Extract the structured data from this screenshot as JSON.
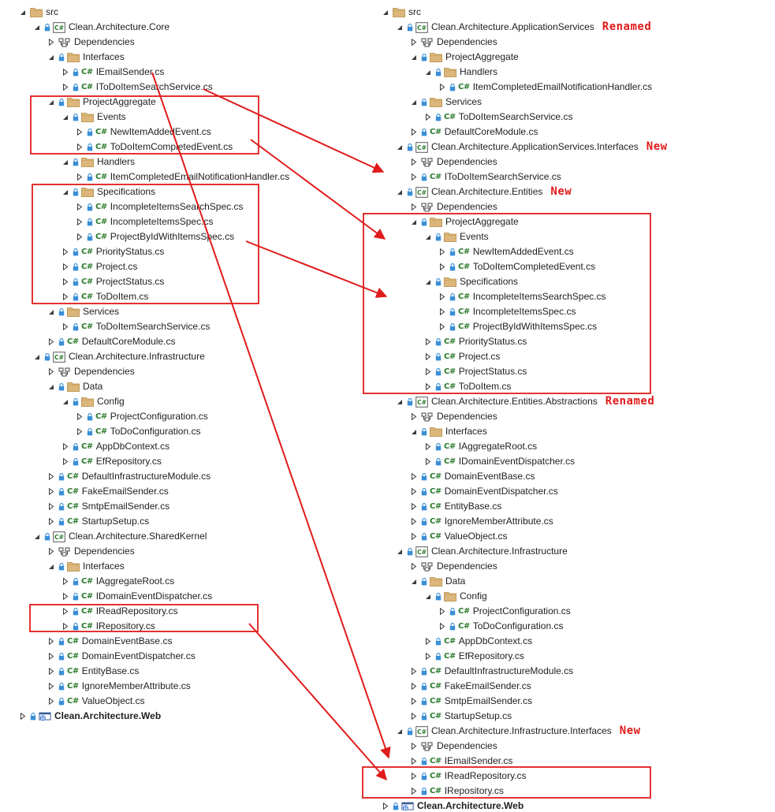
{
  "left_tree": [
    {
      "label": "src",
      "kind": "folder",
      "state": "open",
      "lock": false
    },
    {
      "label": "Clean.Architecture.Core",
      "kind": "project",
      "state": "open",
      "lock": true
    },
    {
      "label": "Dependencies",
      "kind": "deps",
      "state": "closed",
      "lock": false
    },
    {
      "label": "Interfaces",
      "kind": "folder",
      "state": "open",
      "lock": true
    },
    {
      "label": "IEmailSender.cs",
      "kind": "cs",
      "state": "closed",
      "lock": true
    },
    {
      "label": "IToDoItemSearchService.cs",
      "kind": "cs",
      "state": "closed",
      "lock": true
    },
    {
      "label": "ProjectAggregate",
      "kind": "folder",
      "state": "open",
      "lock": true
    },
    {
      "label": "Events",
      "kind": "folder",
      "state": "open",
      "lock": true
    },
    {
      "label": "NewItemAddedEvent.cs",
      "kind": "cs",
      "state": "closed",
      "lock": true
    },
    {
      "label": "ToDoItemCompletedEvent.cs",
      "kind": "cs",
      "state": "closed",
      "lock": true
    },
    {
      "label": "Handlers",
      "kind": "folder",
      "state": "open",
      "lock": true
    },
    {
      "label": "ItemCompletedEmailNotificationHandler.cs",
      "kind": "cs",
      "state": "closed",
      "lock": true
    },
    {
      "label": "Specifications",
      "kind": "folder",
      "state": "open",
      "lock": true
    },
    {
      "label": "IncompleteItemsSearchSpec.cs",
      "kind": "cs",
      "state": "closed",
      "lock": true
    },
    {
      "label": "IncompleteItemsSpec.cs",
      "kind": "cs",
      "state": "closed",
      "lock": true
    },
    {
      "label": "ProjectByIdWithItemsSpec.cs",
      "kind": "cs",
      "state": "closed",
      "lock": true
    },
    {
      "label": "PriorityStatus.cs",
      "kind": "cs",
      "state": "closed",
      "lock": true
    },
    {
      "label": "Project.cs",
      "kind": "cs",
      "state": "closed",
      "lock": true
    },
    {
      "label": "ProjectStatus.cs",
      "kind": "cs",
      "state": "closed",
      "lock": true
    },
    {
      "label": "ToDoItem.cs",
      "kind": "cs",
      "state": "closed",
      "lock": true
    },
    {
      "label": "Services",
      "kind": "folder",
      "state": "open",
      "lock": true
    },
    {
      "label": "ToDoItemSearchService.cs",
      "kind": "cs",
      "state": "closed",
      "lock": true
    },
    {
      "label": "DefaultCoreModule.cs",
      "kind": "cs",
      "state": "closed",
      "lock": true
    },
    {
      "label": "Clean.Architecture.Infrastructure",
      "kind": "project",
      "state": "open",
      "lock": true
    },
    {
      "label": "Dependencies",
      "kind": "deps",
      "state": "closed",
      "lock": false
    },
    {
      "label": "Data",
      "kind": "folder",
      "state": "open",
      "lock": true
    },
    {
      "label": "Config",
      "kind": "folder",
      "state": "open",
      "lock": true
    },
    {
      "label": "ProjectConfiguration.cs",
      "kind": "cs",
      "state": "closed",
      "lock": true
    },
    {
      "label": "ToDoConfiguration.cs",
      "kind": "cs",
      "state": "closed",
      "lock": true
    },
    {
      "label": "AppDbContext.cs",
      "kind": "cs",
      "state": "closed",
      "lock": true
    },
    {
      "label": "EfRepository.cs",
      "kind": "cs",
      "state": "closed",
      "lock": true
    },
    {
      "label": "DefaultInfrastructureModule.cs",
      "kind": "cs",
      "state": "closed",
      "lock": true
    },
    {
      "label": "FakeEmailSender.cs",
      "kind": "cs",
      "state": "closed",
      "lock": true
    },
    {
      "label": "SmtpEmailSender.cs",
      "kind": "cs",
      "state": "closed",
      "lock": true
    },
    {
      "label": "StartupSetup.cs",
      "kind": "cs",
      "state": "closed",
      "lock": true
    },
    {
      "label": "Clean.Architecture.SharedKernel",
      "kind": "project",
      "state": "open",
      "lock": true
    },
    {
      "label": "Dependencies",
      "kind": "deps",
      "state": "closed",
      "lock": false
    },
    {
      "label": "Interfaces",
      "kind": "folder",
      "state": "open",
      "lock": true
    },
    {
      "label": "IAggregateRoot.cs",
      "kind": "cs",
      "state": "closed",
      "lock": true
    },
    {
      "label": "IDomainEventDispatcher.cs",
      "kind": "cs",
      "state": "closed",
      "lock": true
    },
    {
      "label": "IReadRepository.cs",
      "kind": "cs",
      "state": "closed",
      "lock": true
    },
    {
      "label": "IRepository.cs",
      "kind": "cs",
      "state": "closed",
      "lock": true
    },
    {
      "label": "DomainEventBase.cs",
      "kind": "cs",
      "state": "closed",
      "lock": true
    },
    {
      "label": "DomainEventDispatcher.cs",
      "kind": "cs",
      "state": "closed",
      "lock": true
    },
    {
      "label": "EntityBase.cs",
      "kind": "cs",
      "state": "closed",
      "lock": true
    },
    {
      "label": "IgnoreMemberAttribute.cs",
      "kind": "cs",
      "state": "closed",
      "lock": true
    },
    {
      "label": "ValueObject.cs",
      "kind": "cs",
      "state": "closed",
      "lock": true
    },
    {
      "label": "Clean.Architecture.Web",
      "kind": "web",
      "state": "closed",
      "lock": true
    }
  ],
  "right_tree": [
    {
      "label": "src",
      "kind": "folder",
      "state": "open",
      "lock": false
    },
    {
      "label": "Clean.Architecture.ApplicationServices",
      "kind": "project",
      "state": "open",
      "lock": true,
      "note": "Renamed"
    },
    {
      "label": "Dependencies",
      "kind": "deps",
      "state": "closed",
      "lock": false
    },
    {
      "label": "ProjectAggregate",
      "kind": "folder",
      "state": "open",
      "lock": true
    },
    {
      "label": "Handlers",
      "kind": "folder",
      "state": "open",
      "lock": true
    },
    {
      "label": "ItemCompletedEmailNotificationHandler.cs",
      "kind": "cs",
      "state": "closed",
      "lock": true
    },
    {
      "label": "Services",
      "kind": "folder",
      "state": "open",
      "lock": true
    },
    {
      "label": "ToDoItemSearchService.cs",
      "kind": "cs",
      "state": "closed",
      "lock": true
    },
    {
      "label": "DefaultCoreModule.cs",
      "kind": "cs",
      "state": "closed",
      "lock": true
    },
    {
      "label": "Clean.Architecture.ApplicationServices.Interfaces",
      "kind": "project",
      "state": "open",
      "lock": true,
      "note": "New"
    },
    {
      "label": "Dependencies",
      "kind": "deps",
      "state": "closed",
      "lock": false
    },
    {
      "label": "IToDoItemSearchService.cs",
      "kind": "cs",
      "state": "closed",
      "lock": true
    },
    {
      "label": "Clean.Architecture.Entities",
      "kind": "project",
      "state": "open",
      "lock": true,
      "note": "New"
    },
    {
      "label": "Dependencies",
      "kind": "deps",
      "state": "closed",
      "lock": false
    },
    {
      "label": "ProjectAggregate",
      "kind": "folder",
      "state": "open",
      "lock": true
    },
    {
      "label": "Events",
      "kind": "folder",
      "state": "open",
      "lock": true
    },
    {
      "label": "NewItemAddedEvent.cs",
      "kind": "cs",
      "state": "closed",
      "lock": true
    },
    {
      "label": "ToDoItemCompletedEvent.cs",
      "kind": "cs",
      "state": "closed",
      "lock": true
    },
    {
      "label": "Specifications",
      "kind": "folder",
      "state": "open",
      "lock": true
    },
    {
      "label": "IncompleteItemsSearchSpec.cs",
      "kind": "cs",
      "state": "closed",
      "lock": true
    },
    {
      "label": "IncompleteItemsSpec.cs",
      "kind": "cs",
      "state": "closed",
      "lock": true
    },
    {
      "label": "ProjectByIdWithItemsSpec.cs",
      "kind": "cs",
      "state": "closed",
      "lock": true
    },
    {
      "label": "PriorityStatus.cs",
      "kind": "cs",
      "state": "closed",
      "lock": true
    },
    {
      "label": "Project.cs",
      "kind": "cs",
      "state": "closed",
      "lock": true
    },
    {
      "label": "ProjectStatus.cs",
      "kind": "cs",
      "state": "closed",
      "lock": true
    },
    {
      "label": "ToDoItem.cs",
      "kind": "cs",
      "state": "closed",
      "lock": true
    },
    {
      "label": "Clean.Architecture.Entities.Abstractions",
      "kind": "project",
      "state": "open",
      "lock": true,
      "note": "Renamed"
    },
    {
      "label": "Dependencies",
      "kind": "deps",
      "state": "closed",
      "lock": false
    },
    {
      "label": "Interfaces",
      "kind": "folder",
      "state": "open",
      "lock": true
    },
    {
      "label": "IAggregateRoot.cs",
      "kind": "cs",
      "state": "closed",
      "lock": true
    },
    {
      "label": "IDomainEventDispatcher.cs",
      "kind": "cs",
      "state": "closed",
      "lock": true
    },
    {
      "label": "DomainEventBase.cs",
      "kind": "cs",
      "state": "closed",
      "lock": true
    },
    {
      "label": "DomainEventDispatcher.cs",
      "kind": "cs",
      "state": "closed",
      "lock": true
    },
    {
      "label": "EntityBase.cs",
      "kind": "cs",
      "state": "closed",
      "lock": true
    },
    {
      "label": "IgnoreMemberAttribute.cs",
      "kind": "cs",
      "state": "closed",
      "lock": true
    },
    {
      "label": "ValueObject.cs",
      "kind": "cs",
      "state": "closed",
      "lock": true
    },
    {
      "label": "Clean.Architecture.Infrastructure",
      "kind": "project",
      "state": "open",
      "lock": true
    },
    {
      "label": "Dependencies",
      "kind": "deps",
      "state": "closed",
      "lock": false
    },
    {
      "label": "Data",
      "kind": "folder",
      "state": "open",
      "lock": true
    },
    {
      "label": "Config",
      "kind": "folder",
      "state": "open",
      "lock": true
    },
    {
      "label": "ProjectConfiguration.cs",
      "kind": "cs",
      "state": "closed",
      "lock": true
    },
    {
      "label": "ToDoConfiguration.cs",
      "kind": "cs",
      "state": "closed",
      "lock": true
    },
    {
      "label": "AppDbContext.cs",
      "kind": "cs",
      "state": "closed",
      "lock": true
    },
    {
      "label": "EfRepository.cs",
      "kind": "cs",
      "state": "closed",
      "lock": true
    },
    {
      "label": "DefaultInfrastructureModule.cs",
      "kind": "cs",
      "state": "closed",
      "lock": true
    },
    {
      "label": "FakeEmailSender.cs",
      "kind": "cs",
      "state": "closed",
      "lock": true
    },
    {
      "label": "SmtpEmailSender.cs",
      "kind": "cs",
      "state": "closed",
      "lock": true
    },
    {
      "label": "StartupSetup.cs",
      "kind": "cs",
      "state": "closed",
      "lock": true
    },
    {
      "label": "Clean.Architecture.Infrastructure.Interfaces",
      "kind": "project",
      "state": "open",
      "lock": true,
      "note": "New"
    },
    {
      "label": "Dependencies",
      "kind": "deps",
      "state": "closed",
      "lock": false
    },
    {
      "label": "IEmailSender.cs",
      "kind": "cs",
      "state": "closed",
      "lock": true
    },
    {
      "label": "IReadRepository.cs",
      "kind": "cs",
      "state": "closed",
      "lock": true
    },
    {
      "label": "IRepository.cs",
      "kind": "cs",
      "state": "closed",
      "lock": true
    },
    {
      "label": "Clean.Architecture.Web",
      "kind": "web",
      "state": "closed",
      "lock": true
    }
  ],
  "colors": {
    "annotation": "#e01b1b",
    "folder": "#dcb67a",
    "csharp": "#2b7a2b",
    "lock": "#3a8fd6",
    "text": "#1e1e1e"
  }
}
